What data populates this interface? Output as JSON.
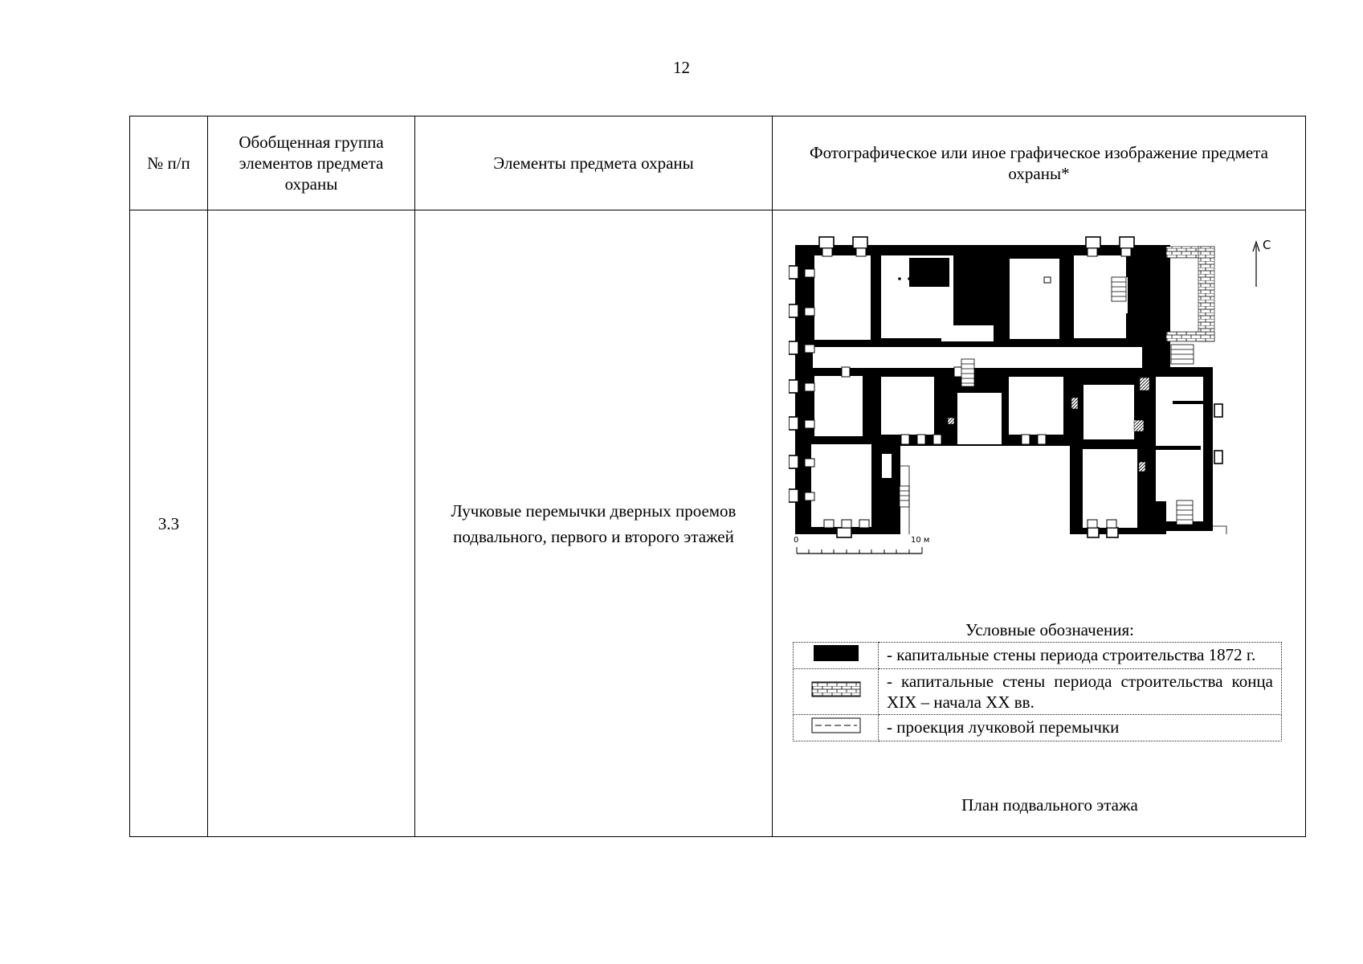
{
  "page": {
    "number": "12"
  },
  "table": {
    "headers": {
      "col1": "№ п/п",
      "col2": "Обобщенная группа элементов предмета охраны",
      "col3": "Элементы предмета охраны",
      "col4": "Фотографическое или иное графическое изображение предмета охраны*"
    },
    "row": {
      "number": "3.3",
      "group": "",
      "element": "Лучковые перемычки дверных проемов подвального, первого и второго этажей"
    }
  },
  "plan": {
    "north_label": "С",
    "scale_start": "0",
    "scale_end": "10 м",
    "wall_color": "#000000"
  },
  "legend": {
    "title": "Условные обозначения:",
    "items": [
      {
        "symbol": "solid-fill",
        "text": "- капитальные стены периода строительства 1872 г."
      },
      {
        "symbol": "brick-hatch",
        "text": "- капитальные стены периода строительства конца XIX – начала XX вв."
      },
      {
        "symbol": "dashed-projection",
        "text": "- проекция лучковой перемычки"
      }
    ]
  },
  "caption": "План подвального этажа"
}
